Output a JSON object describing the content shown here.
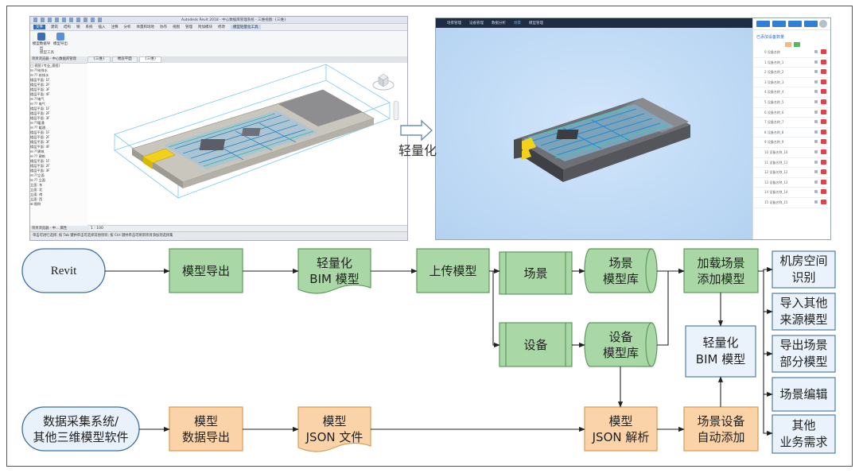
{
  "revit_screenshot": {
    "window_title": "Autodesk Revit 2018 - 中心数据库管理系统 - 三维视图: {三维}",
    "menu_tabs": [
      "文件",
      "建筑",
      "结构",
      "钢",
      "系统",
      "插入",
      "注释",
      "分析",
      "体量和场地",
      "协作",
      "视图",
      "管理",
      "附加模块",
      "修改",
      "模型轻量化工具"
    ],
    "ribbon_buttons": [
      "模型数据导出",
      "模型导出"
    ],
    "ribbon_panel": "模型工具",
    "view_tabs": [
      "{三维}",
      "楼层平面",
      "{三维}"
    ],
    "browser_header": "项目浏览器 - 中心数据库管理",
    "tree_items": [
      "□ 视图 (专业_规程)",
      "  ⊟ ??给排水",
      "    ⊟ ?? 给排水",
      "      楼层平面: 1F",
      "      楼层平面: 2F",
      "      楼层平面: 3F",
      "      楼层平面: 4F",
      "  ⊟ ??电气",
      "    ⊟ ?? 电气",
      "      楼层平面: 1F",
      "      楼层平面: 2F",
      "      楼层平面: 3F",
      "  ⊟ ??暖通",
      "    ⊟ ?? 暖通",
      "      楼层平面: 1F",
      "      楼层平面: 2F",
      "      楼层平面: 3F",
      "      楼层平面: 4F",
      "  ⊟ ??建筑",
      "    ⊟ ?? 建筑",
      "      楼层平面: 1F",
      "      楼层平面: 2F",
      "      楼层平面: 3F",
      "  ⊟ ??立面",
      "    ⊟ ?? 立面",
      "      立面: 东",
      "      立面: 北",
      "      立面: 南",
      "      立面: 西",
      "  ⊞ 图例"
    ],
    "view_scale": "1 : 100",
    "bottom_tabs": "项目浏览器 - 中... 属性",
    "status_text": "单击可进行选择; 按 Tab 键并单击可选择其他项目; 按 Ctrl 键并单击可将新项目添加到选择集"
  },
  "viewer_screenshot": {
    "top_nav": [
      "场景管理",
      "设备管理",
      "数据分析",
      "场景",
      "模型管理"
    ],
    "panel_title": "已添加设备数量",
    "rows": [
      "0 设备名称",
      "1 设备名称_1",
      "2 设备名称_2",
      "3 设备名称_3",
      "4 设备名称_4",
      "5 设备名称_5",
      "6 设备名称_6",
      "7 设备名称_7",
      "8 设备名称_8",
      "9 设备名称_9",
      "10 设备名称_10",
      "11 设备名称_11",
      "12 设备名称_12",
      "13 设备名称_13",
      "14 设备名称_14",
      "15 设备名称_15"
    ]
  },
  "arrow_label": "轻量化",
  "flowchart": {
    "nodes": [
      {
        "id": "revit",
        "label": "Revit"
      },
      {
        "id": "export",
        "label": "模型导出"
      },
      {
        "id": "light",
        "label": "轻量化\nBIM 模型"
      },
      {
        "id": "upload",
        "label": "上传模型"
      },
      {
        "id": "scene",
        "label": "场景"
      },
      {
        "id": "scenelib",
        "label": "场景\n模型库"
      },
      {
        "id": "load",
        "label": "加载场景\n添加模型"
      },
      {
        "id": "device",
        "label": "设备"
      },
      {
        "id": "devicelib",
        "label": "设备\n模型库"
      },
      {
        "id": "bim",
        "label": "轻量化\nBIM 模型"
      },
      {
        "id": "datasys",
        "label": "数据采集系统/\n其他三维模型软件"
      },
      {
        "id": "dataexp",
        "label": "模型\n数据导出"
      },
      {
        "id": "json",
        "label": "模型\nJSON 文件"
      },
      {
        "id": "parse",
        "label": "模型\nJSON 解析"
      },
      {
        "id": "autoadd",
        "label": "场景设备\n自动添加"
      },
      {
        "id": "o1",
        "label": "机房空间\n识别"
      },
      {
        "id": "o2",
        "label": "导入其他\n来源模型"
      },
      {
        "id": "o3",
        "label": "导出场景\n部分模型"
      },
      {
        "id": "o4",
        "label": "场景编辑"
      },
      {
        "id": "o5",
        "label": "其他\n业务需求"
      }
    ]
  },
  "colors": {
    "green_fill": "#a9d7a5",
    "green_stroke": "#5c9a5c",
    "orange_fill": "#fbd3a8",
    "orange_stroke": "#d99b52",
    "blue_fill": "#eaf3fb",
    "blue_stroke": "#4f7ea8",
    "revit_fill": "#e9f2fb",
    "revit_stroke": "#3a6fa5"
  }
}
